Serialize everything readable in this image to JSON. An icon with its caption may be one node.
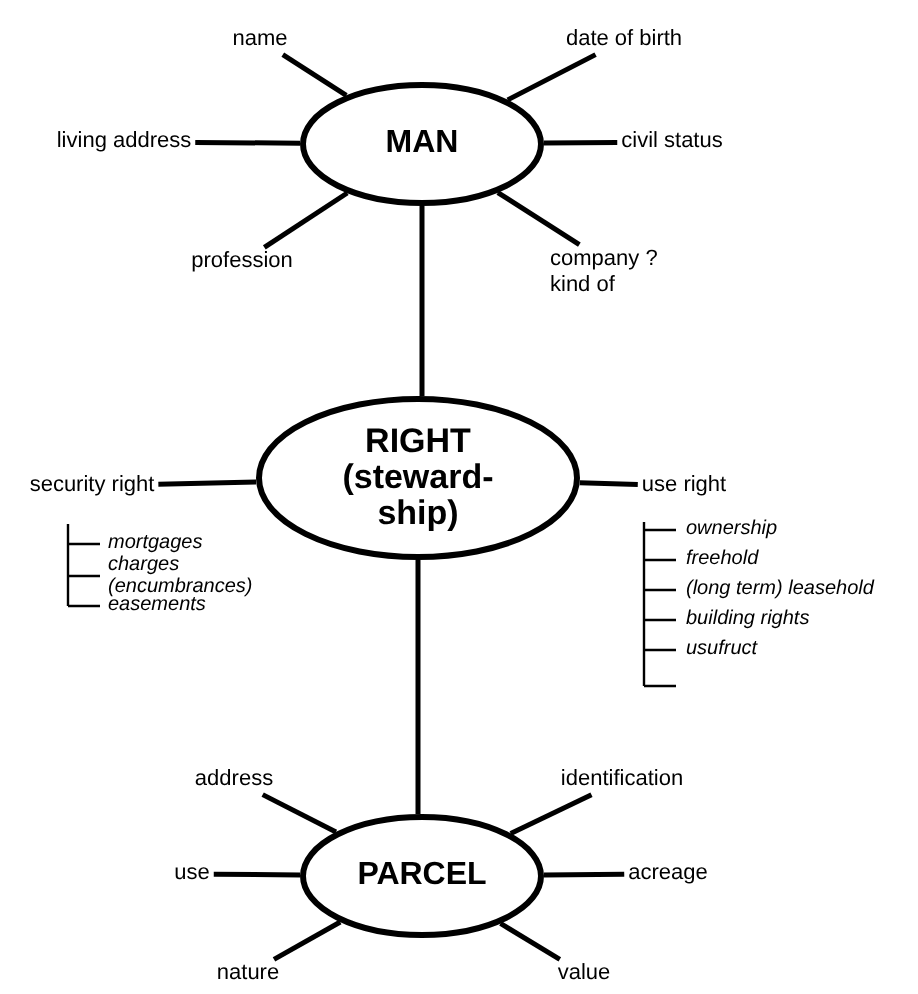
{
  "diagram": {
    "nodes": [
      {
        "text": [
          "MAN"
        ]
      },
      {
        "text": [
          "name"
        ]
      },
      {
        "text": [
          "date of birth"
        ]
      },
      {
        "text": [
          "living address"
        ]
      },
      {
        "text": [
          "civil status"
        ]
      },
      {
        "text": [
          "profession"
        ]
      },
      {
        "text": [
          "company ? kind of"
        ]
      },
      {
        "text": [
          "RIGHT",
          "(steward-ship)"
        ]
      },
      {
        "text": [
          "security right"
        ]
      },
      {
        "text": [
          "use right"
        ]
      },
      {
        "text": [
          "PARCEL"
        ]
      },
      {
        "text": [
          "address"
        ]
      },
      {
        "text": [
          "identification"
        ]
      },
      {
        "text": [
          "use"
        ]
      },
      {
        "text": [
          "acreage"
        ]
      },
      {
        "text": [
          "nature"
        ]
      },
      {
        "text": [
          "value"
        ]
      }
    ],
    "edges": [
      {
        "from": 0,
        "to": 1,
        "arrow": "none"
      },
      {
        "from": 0,
        "to": 2,
        "arrow": "none"
      },
      {
        "from": 0,
        "to": 3,
        "arrow": "none"
      },
      {
        "from": 0,
        "to": 4,
        "arrow": "none"
      },
      {
        "from": 0,
        "to": 5,
        "arrow": "none"
      },
      {
        "from": 0,
        "to": 6,
        "arrow": "none"
      },
      {
        "from": 0,
        "to": 7,
        "arrow": "none"
      },
      {
        "from": 7,
        "to": 8,
        "arrow": "none"
      },
      {
        "from": 7,
        "to": 9,
        "arrow": "none"
      },
      {
        "from": 7,
        "to": 10,
        "arrow": "none"
      },
      {
        "from": 10,
        "to": 11,
        "arrow": "none"
      },
      {
        "from": 10,
        "to": 12,
        "arrow": "none"
      },
      {
        "from": 10,
        "to": 13,
        "arrow": "none"
      },
      {
        "from": 10,
        "to": 14,
        "arrow": "none"
      },
      {
        "from": 10,
        "to": 15,
        "arrow": "none"
      },
      {
        "from": 10,
        "to": 16,
        "arrow": "none"
      }
    ],
    "labels": [
      "mortgages",
      "charges (encumbrances)",
      "easements",
      "ownership",
      "freehold",
      "(long term) leasehold",
      "building rights",
      "usufruct"
    ]
  }
}
